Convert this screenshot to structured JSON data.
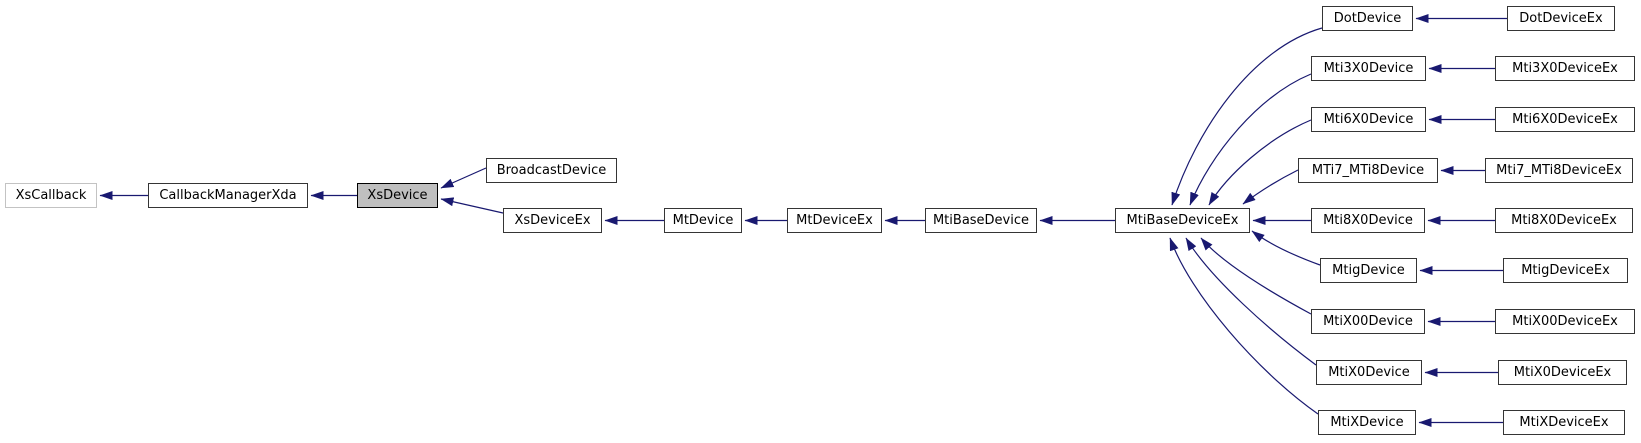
{
  "diagram": {
    "kind": "class-inheritance-graph",
    "arrow_direction": "derived-to-base",
    "colors": {
      "background": "#ffffff",
      "edge": "#191970",
      "node_border": "#353535",
      "node_fill": "#ffffff",
      "current_node_fill": "#bfbfbf",
      "current_node_border": "#000000",
      "external_node_border": "#c3c3c3",
      "text": "#000000"
    },
    "nodes": [
      {
        "id": "XsCallback",
        "label": "XsCallback",
        "role": "external-base"
      },
      {
        "id": "CallbackManagerXda",
        "label": "CallbackManagerXda",
        "role": "base"
      },
      {
        "id": "XsDevice",
        "label": "XsDevice",
        "role": "current"
      },
      {
        "id": "BroadcastDevice",
        "label": "BroadcastDevice",
        "role": "derived"
      },
      {
        "id": "XsDeviceEx",
        "label": "XsDeviceEx",
        "role": "derived"
      },
      {
        "id": "MtDevice",
        "label": "MtDevice",
        "role": "derived"
      },
      {
        "id": "MtDeviceEx",
        "label": "MtDeviceEx",
        "role": "derived"
      },
      {
        "id": "MtiBaseDevice",
        "label": "MtiBaseDevice",
        "role": "derived"
      },
      {
        "id": "MtiBaseDeviceEx",
        "label": "MtiBaseDeviceEx",
        "role": "derived"
      },
      {
        "id": "DotDevice",
        "label": "DotDevice",
        "role": "derived"
      },
      {
        "id": "DotDeviceEx",
        "label": "DotDeviceEx",
        "role": "derived"
      },
      {
        "id": "Mti3X0Device",
        "label": "Mti3X0Device",
        "role": "derived"
      },
      {
        "id": "Mti3X0DeviceEx",
        "label": "Mti3X0DeviceEx",
        "role": "derived"
      },
      {
        "id": "Mti6X0Device",
        "label": "Mti6X0Device",
        "role": "derived"
      },
      {
        "id": "Mti6X0DeviceEx",
        "label": "Mti6X0DeviceEx",
        "role": "derived"
      },
      {
        "id": "MTi7_MTi8Device",
        "label": "MTi7_MTi8Device",
        "role": "derived"
      },
      {
        "id": "Mti7_MTi8DeviceEx",
        "label": "Mti7_MTi8DeviceEx",
        "role": "derived"
      },
      {
        "id": "Mti8X0Device",
        "label": "Mti8X0Device",
        "role": "derived"
      },
      {
        "id": "Mti8X0DeviceEx",
        "label": "Mti8X0DeviceEx",
        "role": "derived"
      },
      {
        "id": "MtigDevice",
        "label": "MtigDevice",
        "role": "derived"
      },
      {
        "id": "MtigDeviceEx",
        "label": "MtigDeviceEx",
        "role": "derived"
      },
      {
        "id": "MtiX00Device",
        "label": "MtiX00Device",
        "role": "derived"
      },
      {
        "id": "MtiX00DeviceEx",
        "label": "MtiX00DeviceEx",
        "role": "derived"
      },
      {
        "id": "MtiX0Device",
        "label": "MtiX0Device",
        "role": "derived"
      },
      {
        "id": "MtiX0DeviceEx",
        "label": "MtiX0DeviceEx",
        "role": "derived"
      },
      {
        "id": "MtiXDevice",
        "label": "MtiXDevice",
        "role": "derived"
      },
      {
        "id": "MtiXDeviceEx",
        "label": "MtiXDeviceEx",
        "role": "derived"
      }
    ],
    "edges": [
      {
        "from": "CallbackManagerXda",
        "to": "XsCallback"
      },
      {
        "from": "XsDevice",
        "to": "CallbackManagerXda"
      },
      {
        "from": "BroadcastDevice",
        "to": "XsDevice"
      },
      {
        "from": "XsDeviceEx",
        "to": "XsDevice"
      },
      {
        "from": "MtDevice",
        "to": "XsDeviceEx"
      },
      {
        "from": "MtDeviceEx",
        "to": "MtDevice"
      },
      {
        "from": "MtiBaseDevice",
        "to": "MtDeviceEx"
      },
      {
        "from": "MtiBaseDeviceEx",
        "to": "MtiBaseDevice"
      },
      {
        "from": "DotDevice",
        "to": "MtiBaseDeviceEx"
      },
      {
        "from": "Mti3X0Device",
        "to": "MtiBaseDeviceEx"
      },
      {
        "from": "Mti6X0Device",
        "to": "MtiBaseDeviceEx"
      },
      {
        "from": "MTi7_MTi8Device",
        "to": "MtiBaseDeviceEx"
      },
      {
        "from": "Mti8X0Device",
        "to": "MtiBaseDeviceEx"
      },
      {
        "from": "MtigDevice",
        "to": "MtiBaseDeviceEx"
      },
      {
        "from": "MtiX00Device",
        "to": "MtiBaseDeviceEx"
      },
      {
        "from": "MtiX0Device",
        "to": "MtiBaseDeviceEx"
      },
      {
        "from": "MtiXDevice",
        "to": "MtiBaseDeviceEx"
      },
      {
        "from": "DotDeviceEx",
        "to": "DotDevice"
      },
      {
        "from": "Mti3X0DeviceEx",
        "to": "Mti3X0Device"
      },
      {
        "from": "Mti6X0DeviceEx",
        "to": "Mti6X0Device"
      },
      {
        "from": "Mti7_MTi8DeviceEx",
        "to": "MTi7_MTi8Device"
      },
      {
        "from": "Mti8X0DeviceEx",
        "to": "Mti8X0Device"
      },
      {
        "from": "MtigDeviceEx",
        "to": "MtigDevice"
      },
      {
        "from": "MtiX00DeviceEx",
        "to": "MtiX00Device"
      },
      {
        "from": "MtiX0DeviceEx",
        "to": "MtiX0Device"
      },
      {
        "from": "MtiXDeviceEx",
        "to": "MtiXDevice"
      }
    ]
  }
}
